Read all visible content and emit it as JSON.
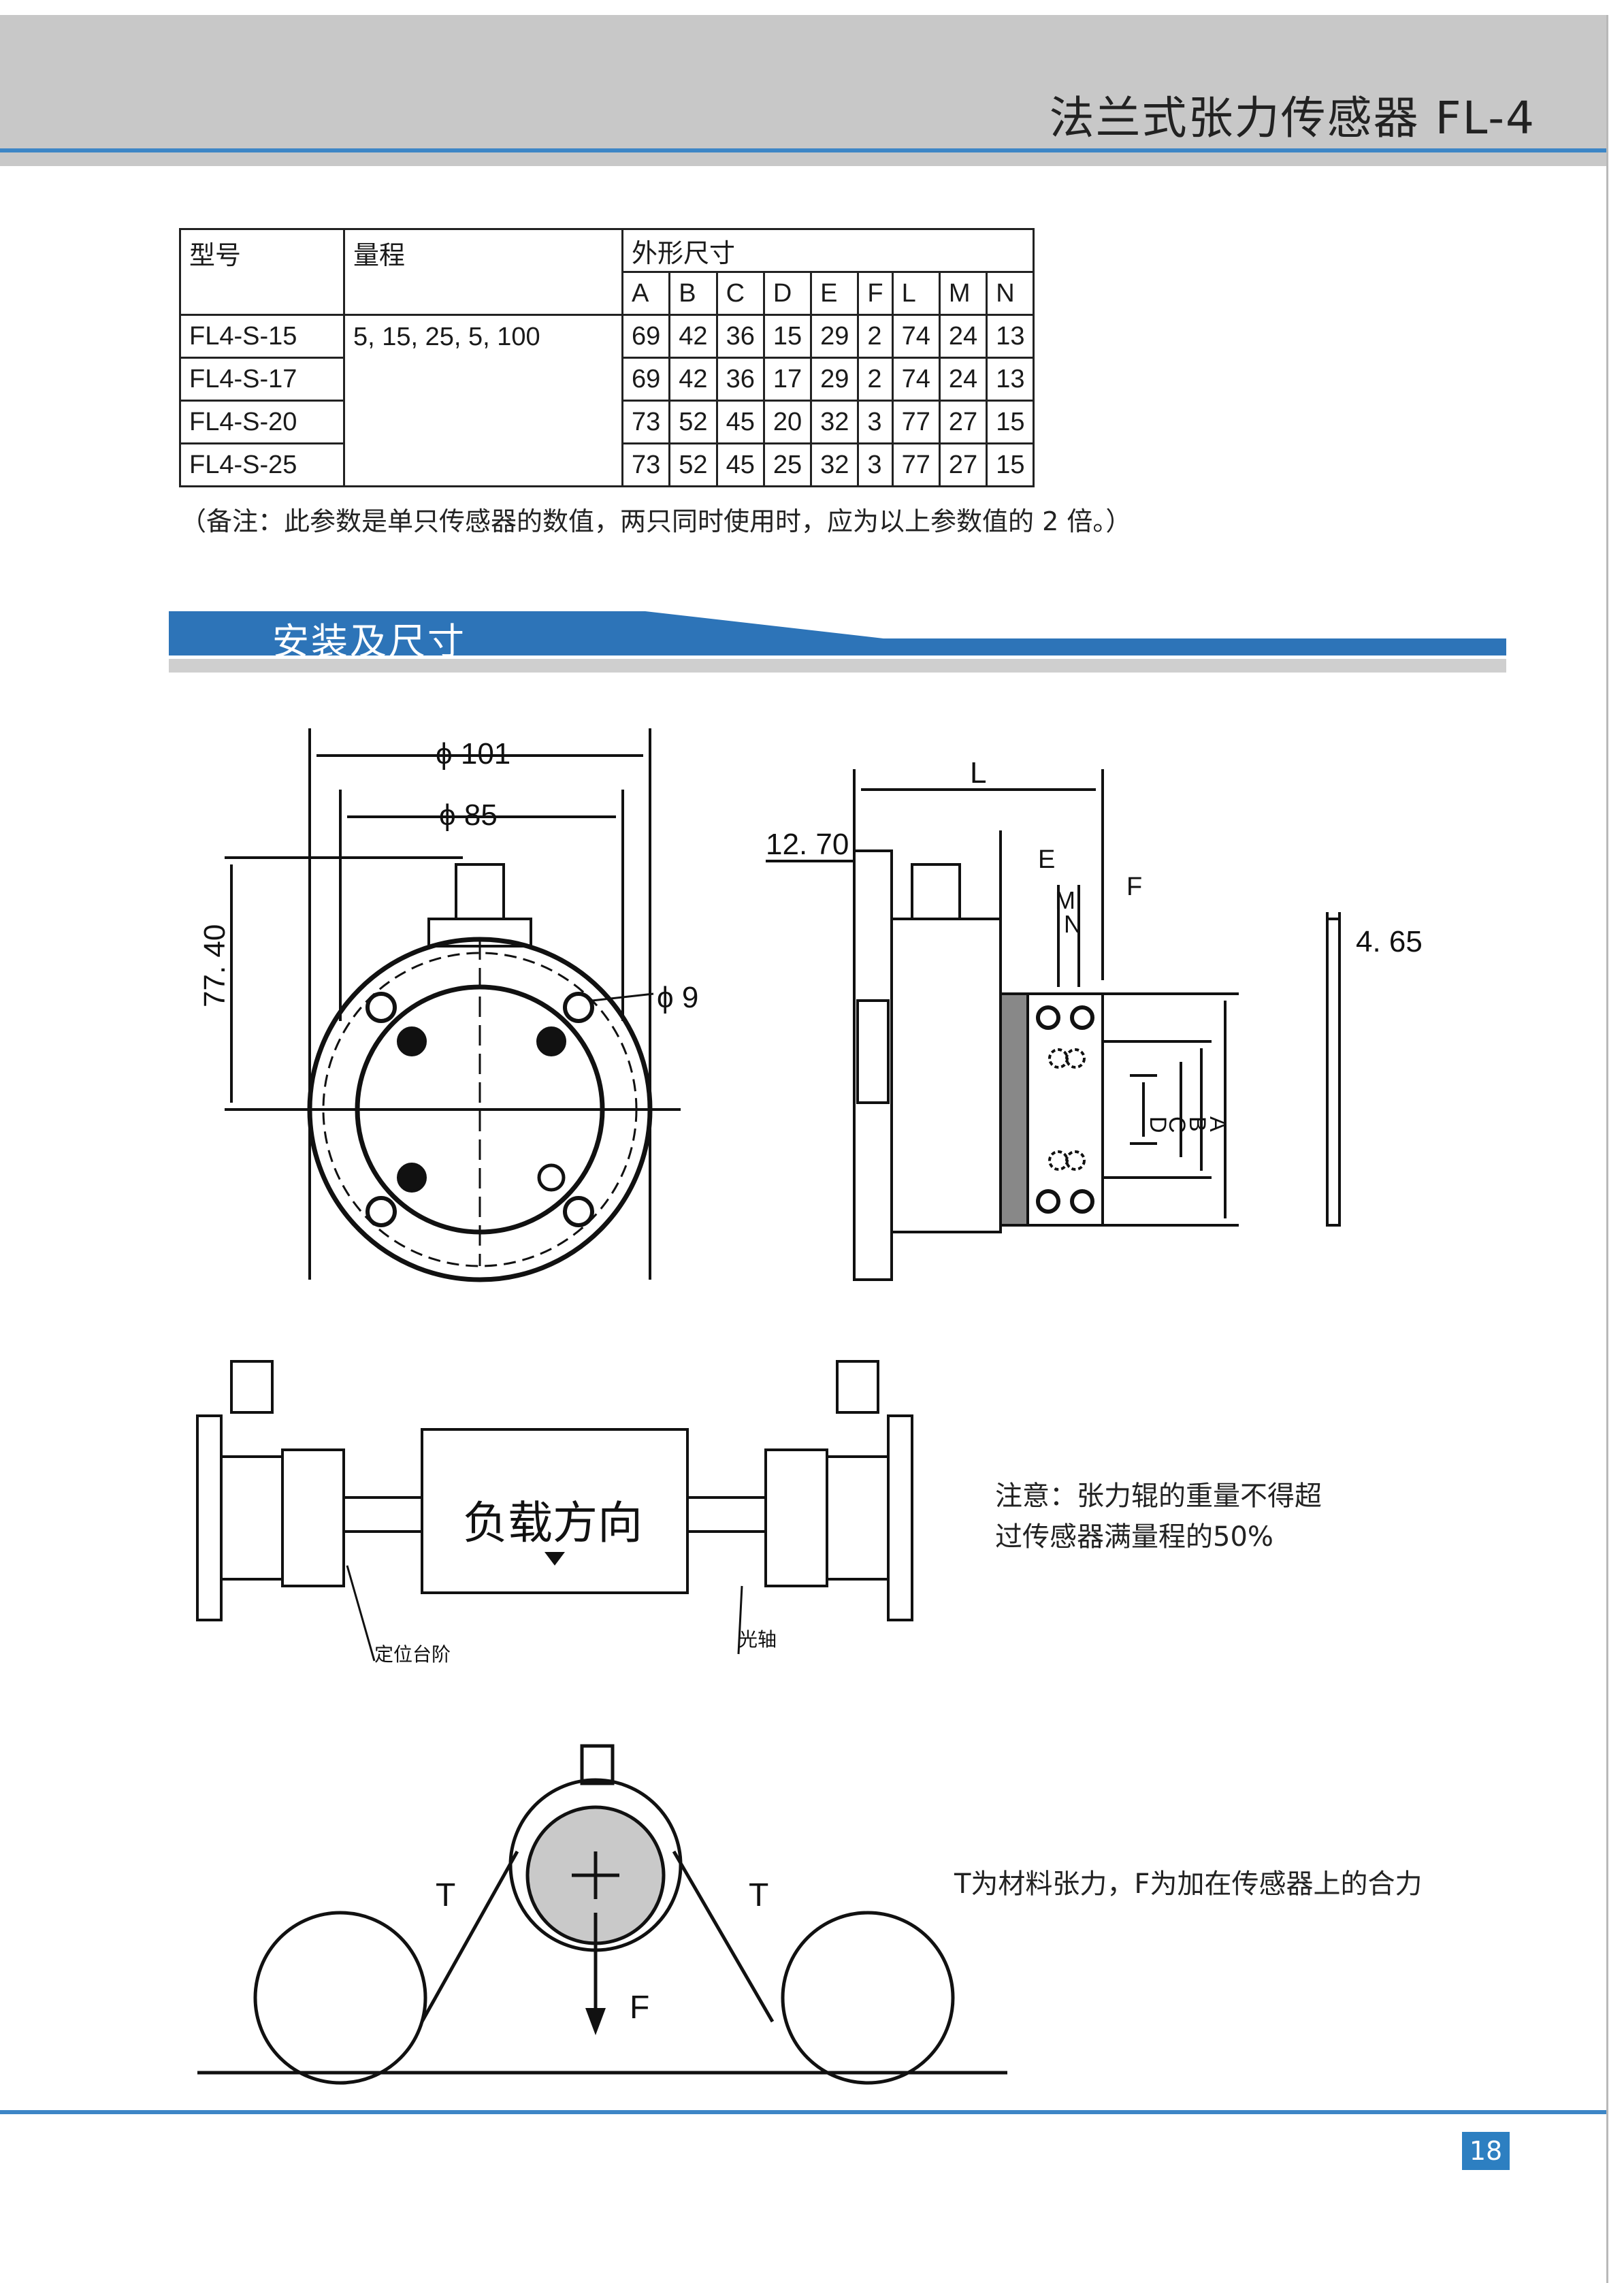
{
  "header": {
    "title": "法兰式张力传感器 FL-4"
  },
  "table": {
    "col_model": "型号",
    "col_range": "量程",
    "col_dims": "外形尺寸",
    "dim_letters": [
      "A",
      "B",
      "C",
      "D",
      "E",
      "F",
      "L",
      "M",
      "N"
    ],
    "range_value": "5, 15, 25, 5, 100",
    "rows": [
      {
        "model": "FL4-S-15",
        "vals": [
          "69",
          "42",
          "36",
          "15",
          "29",
          "2",
          "74",
          "24",
          "13"
        ]
      },
      {
        "model": "FL4-S-17",
        "vals": [
          "69",
          "42",
          "36",
          "17",
          "29",
          "2",
          "74",
          "24",
          "13"
        ]
      },
      {
        "model": "FL4-S-20",
        "vals": [
          "73",
          "52",
          "45",
          "20",
          "32",
          "3",
          "77",
          "27",
          "15"
        ]
      },
      {
        "model": "FL4-S-25",
        "vals": [
          "73",
          "52",
          "45",
          "25",
          "32",
          "3",
          "77",
          "27",
          "15"
        ]
      }
    ]
  },
  "note": "（备注：此参数是单只传感器的数值，两只同时使用时，应为以上参数值的 2 倍。）",
  "section": {
    "title": "安装及尺寸"
  },
  "drawing_front": {
    "d101": "ϕ 101",
    "d85": "ϕ 85",
    "h": "77. 40",
    "d9": "ϕ 9"
  },
  "drawing_side": {
    "L": "L",
    "w": "12. 70",
    "E": "E",
    "F": "F",
    "M": "M",
    "N": "N",
    "D": "D",
    "C": "C",
    "B": "B",
    "A": "A",
    "t": "4. 65"
  },
  "drawing_install": {
    "load": "负载方向",
    "step": "定位台阶",
    "shaft": "光轴"
  },
  "install_note": {
    "line1": "注意：张力辊的重量不得超",
    "line2": "过传感器满量程的50%"
  },
  "drawing_tension": {
    "T_left": "T",
    "T_right": "T",
    "F": "F"
  },
  "tension_note": "T为材料张力，F为加在传感器上的合力",
  "footer": {
    "page": "18"
  }
}
